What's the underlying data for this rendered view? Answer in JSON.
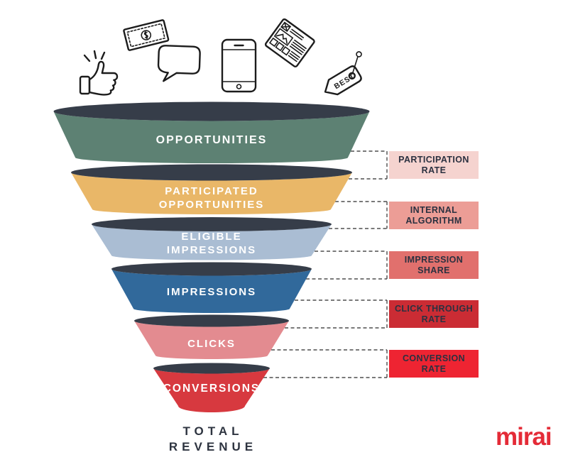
{
  "funnel": {
    "rim_color": "#363d49",
    "label_color": "#ffffff",
    "stages": [
      {
        "lines": [
          "OPPORTUNITIES"
        ],
        "color": "#5d8173"
      },
      {
        "lines": [
          "PARTICIPATED",
          "OPPORTUNITIES"
        ],
        "color": "#e9b768"
      },
      {
        "lines": [
          "ELIGIBLE",
          "IMPRESSIONS"
        ],
        "color": "#aabdd3"
      },
      {
        "lines": [
          "IMPRESSIONS"
        ],
        "color": "#31699b"
      },
      {
        "lines": [
          "CLICKS"
        ],
        "color": "#e38b90"
      },
      {
        "lines": [
          "CONVERSIONS"
        ],
        "color": "#d7393f"
      }
    ]
  },
  "rates": [
    {
      "lines": [
        "PARTICIPATION",
        "RATE"
      ],
      "color": "#f5d3cf"
    },
    {
      "lines": [
        "INTERNAL",
        "ALGORITHM"
      ],
      "color": "#ec9d96"
    },
    {
      "lines": [
        "IMPRESSION",
        "SHARE"
      ],
      "color": "#e1706d"
    },
    {
      "lines": [
        "CLICK THROUGH",
        "RATE"
      ],
      "color": "#cb2c34"
    },
    {
      "lines": [
        "CONVERSION",
        "RATE"
      ],
      "color": "#ee2432"
    }
  ],
  "total": {
    "lines": [
      "TOTAL",
      "REVENUE"
    ],
    "color": "#2e3440"
  },
  "icons": {
    "tag_text": "BEST",
    "money_symbol": "$"
  },
  "brand": {
    "logo_text": "mirai",
    "color": "#e42b37"
  }
}
